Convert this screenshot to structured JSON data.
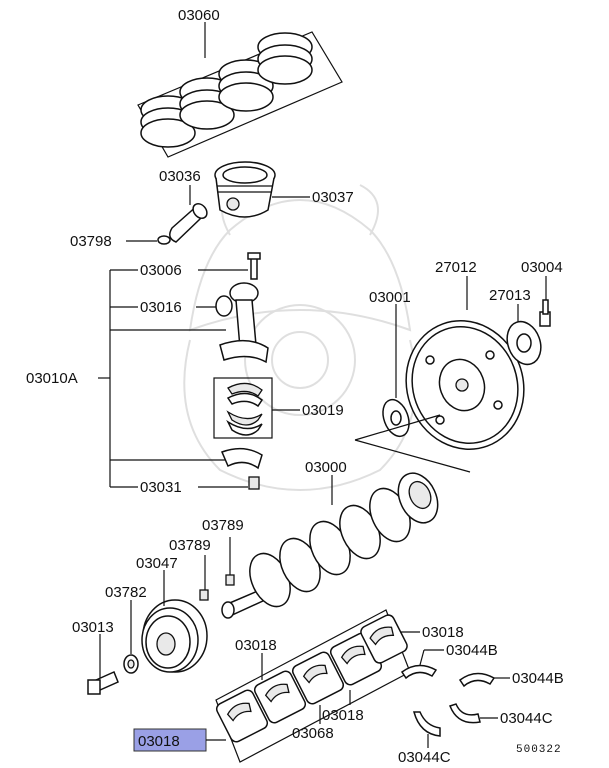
{
  "labels": {
    "l03060": "03060",
    "l03036": "03036",
    "l03037": "03037",
    "l03798": "03798",
    "l03006": "03006",
    "l03016": "03016",
    "l03010A": "03010A",
    "l03019": "03019",
    "l03031": "03031",
    "l27012": "27012",
    "l03004": "03004",
    "l27013": "27013",
    "l03001": "03001",
    "l03000": "03000",
    "l03789a": "03789",
    "l03789b": "03789",
    "l03047": "03047",
    "l03782": "03782",
    "l03013": "03013",
    "l03018a": "03018",
    "l03018b": "03018",
    "l03018c": "03018",
    "l03018sel": "03018",
    "l03044Ba": "03044B",
    "l03044Bb": "03044B",
    "l03068": "03068",
    "l03044Ca": "03044C",
    "l03044Cb": "03044C"
  },
  "diagram_code": "500322",
  "highlight_color": "#9aa0e6",
  "icons": [
    "samurai-helmet-watermark"
  ]
}
